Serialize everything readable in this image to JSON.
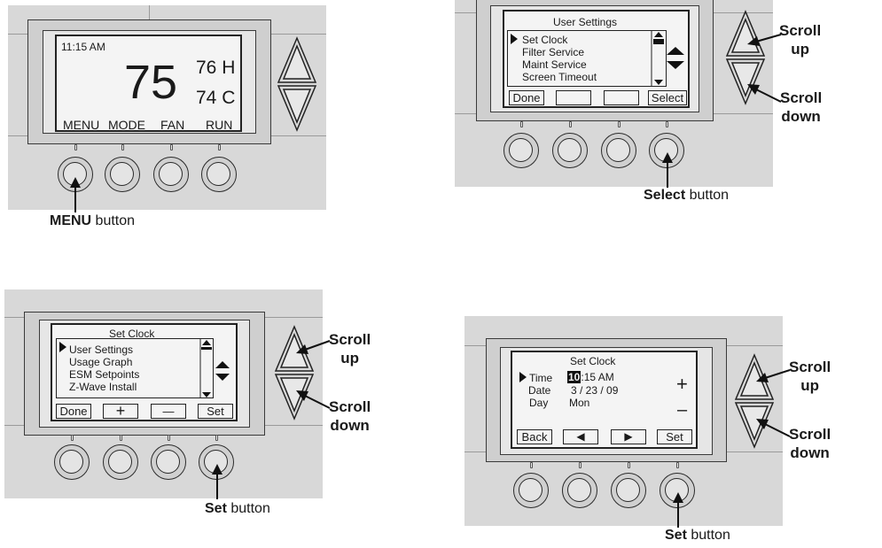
{
  "panel_tl": {
    "time": "11:15 AM",
    "temp": "75",
    "heat_setpoint": "76 H",
    "cool_setpoint": "74 C",
    "softkeys": [
      "MENU",
      "MODE",
      "FAN",
      "RUN"
    ],
    "caption_bold": "MENU",
    "caption_rest": " button"
  },
  "panel_tr": {
    "title": "User Settings",
    "items": [
      "Set Clock",
      "Filter Service",
      "Maint Service",
      "Screen Timeout"
    ],
    "softkeys": [
      "Done",
      "",
      "",
      "Select"
    ],
    "scroll_up": [
      "Scroll",
      "up"
    ],
    "scroll_down": [
      "Scroll",
      "down"
    ],
    "caption_bold": "Select",
    "caption_rest": " button"
  },
  "panel_bl": {
    "title": "Set Clock",
    "items": [
      "User Settings",
      "Usage Graph",
      "ESM Setpoints",
      "Z-Wave Install"
    ],
    "softkeys": [
      "Done",
      "+",
      "—",
      "Set"
    ],
    "scroll_up": [
      "Scroll",
      "up"
    ],
    "scroll_down": [
      "Scroll",
      "down"
    ],
    "caption_bold": "Set",
    "caption_rest": " button"
  },
  "panel_br": {
    "title": "Set Clock",
    "rows": [
      {
        "label": "Time",
        "value_highlight": "10",
        "value_rest": ":15 AM"
      },
      {
        "label": "Date",
        "value_highlight": "",
        "value_rest": "3 / 23 / 09"
      },
      {
        "label": "Day",
        "value_highlight": "",
        "value_rest": "Mon"
      }
    ],
    "plus": "+",
    "minus": "–",
    "softkeys": [
      "Back",
      "◀",
      "▶",
      "Set"
    ],
    "scroll_up": [
      "Scroll",
      "up"
    ],
    "scroll_down": [
      "Scroll",
      "down"
    ],
    "caption_bold": "Set",
    "caption_rest": " button"
  }
}
